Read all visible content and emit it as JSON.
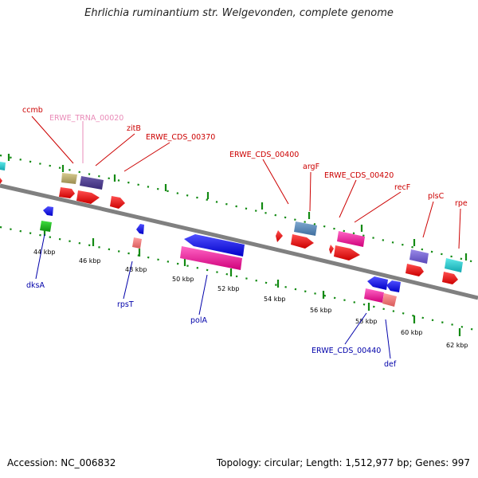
{
  "title": "Ehrlichia ruminantium str. Welgevonden, complete genome",
  "footer": {
    "accession": "Accession: NC_006832",
    "summary": "Topology: circular; Length: 1,512,977 bp; Genes: 997"
  },
  "scale_labels": [
    "44 kbp",
    "46 kbp",
    "48 kbp",
    "50 kbp",
    "52 kbp",
    "54 kbp",
    "56 kbp",
    "58 kbp",
    "60 kbp",
    "62 kbp"
  ],
  "labels": {
    "top": [
      "ccmb",
      "ERWE_TRNA_00020",
      "zitB",
      "ERWE_CDS_00370",
      "ERWE_CDS_00400",
      "argF",
      "ERWE_CDS_00420",
      "recF",
      "plsC",
      "rpe"
    ],
    "bottom": [
      "dksA",
      "rpsT",
      "polA",
      "ERWE_CDS_00440",
      "def"
    ]
  },
  "colors": {
    "cds_red": "#ff0000",
    "trna_pink": "#e98bb8",
    "label_red": "#cc0000",
    "label_blue": "#0000aa",
    "magenta": "#ff1aa6",
    "blue": "#1010ff",
    "backbone": "#808080",
    "tick_green": "#138a13"
  }
}
